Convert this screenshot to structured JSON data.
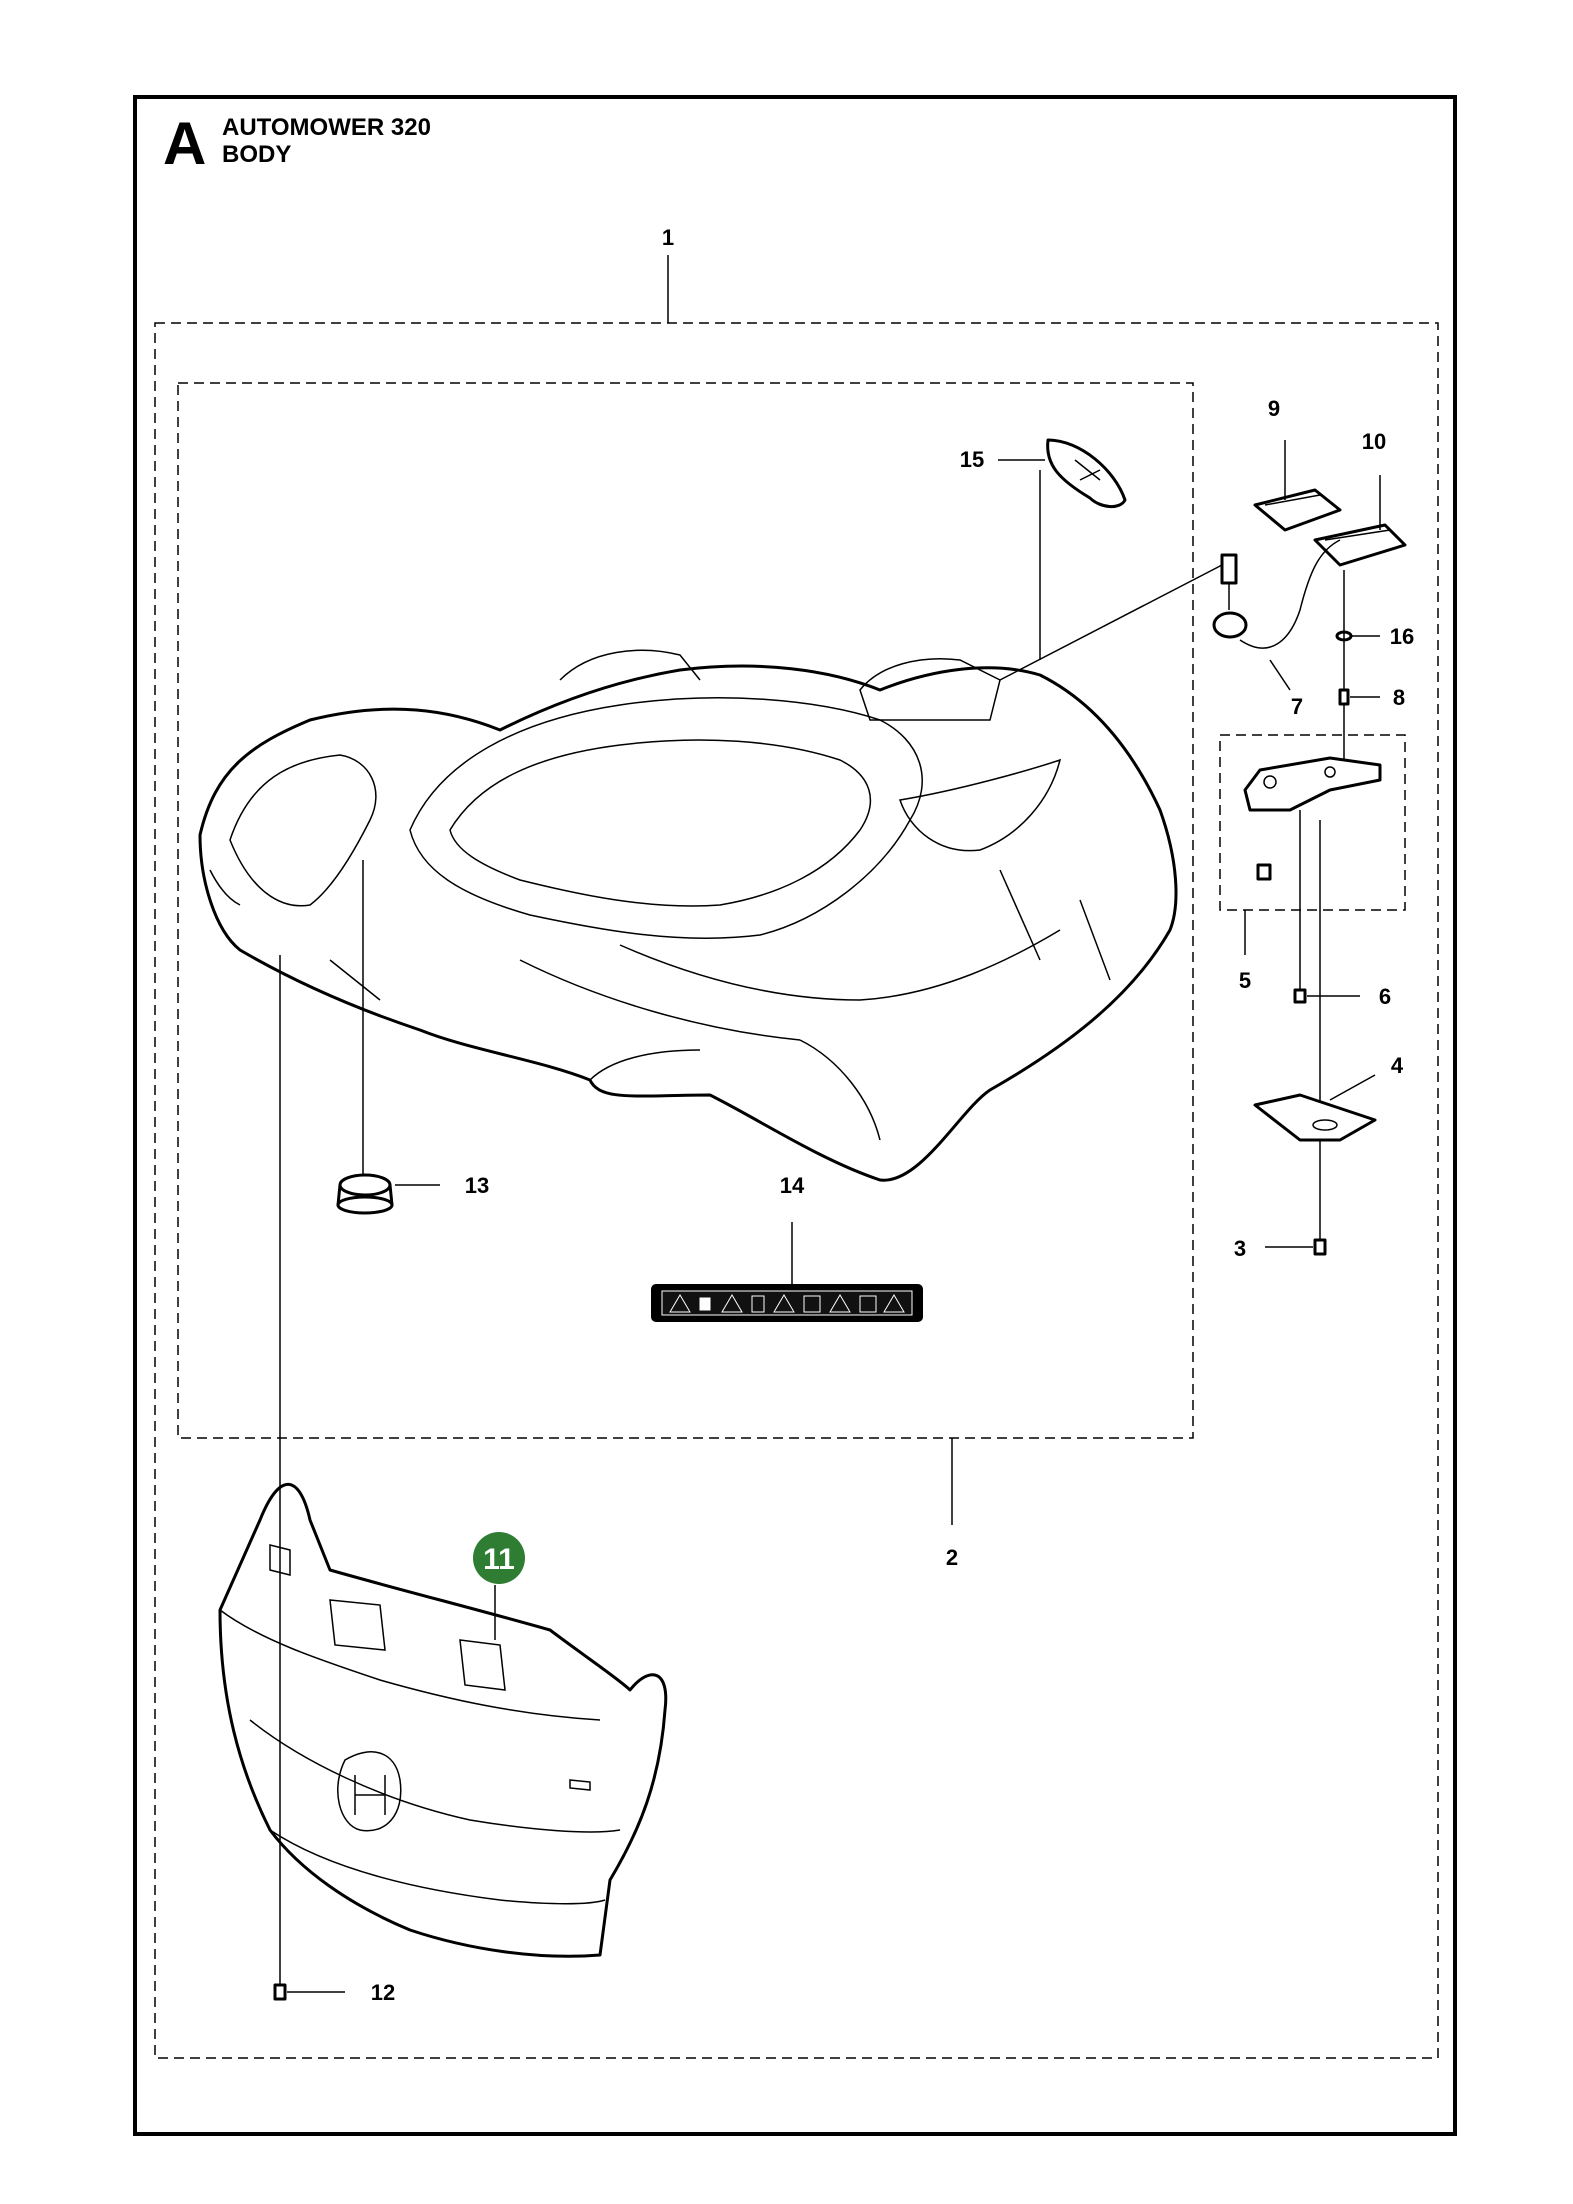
{
  "header": {
    "section_letter": "A",
    "model": "AUTOMOWER 320",
    "group": "BODY"
  },
  "callouts": [
    {
      "id": "1",
      "label": "1"
    },
    {
      "id": "2",
      "label": "2"
    },
    {
      "id": "3",
      "label": "3"
    },
    {
      "id": "4",
      "label": "4"
    },
    {
      "id": "5",
      "label": "5"
    },
    {
      "id": "6",
      "label": "6"
    },
    {
      "id": "7",
      "label": "7"
    },
    {
      "id": "8",
      "label": "8"
    },
    {
      "id": "9",
      "label": "9"
    },
    {
      "id": "10",
      "label": "10"
    },
    {
      "id": "11",
      "label": "11",
      "highlighted": true
    },
    {
      "id": "12",
      "label": "12"
    },
    {
      "id": "13",
      "label": "13"
    },
    {
      "id": "14",
      "label": "14"
    },
    {
      "id": "15",
      "label": "15"
    },
    {
      "id": "16",
      "label": "16"
    }
  ],
  "colors": {
    "highlight_fill": "#2f7d32",
    "highlight_text": "#ffffff",
    "line": "#000000"
  }
}
